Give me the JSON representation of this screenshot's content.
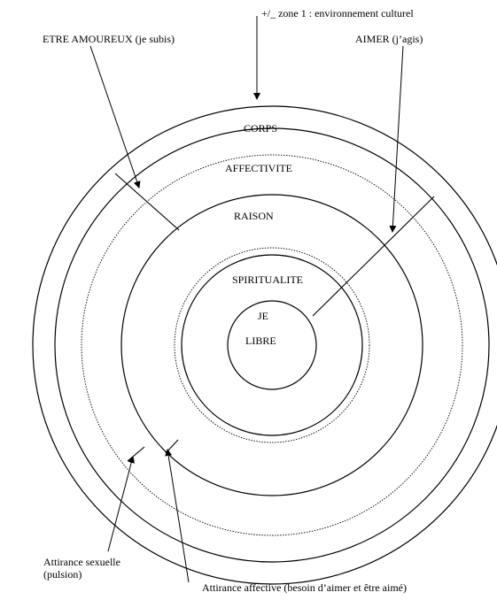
{
  "labels": {
    "culture_zone": "+/_ zone 1 : environnement culturel",
    "etre_amoureux": "ETRE AMOUREUX (je subis)",
    "aimer": "AIMER (j’agis)",
    "corps": "CORPS",
    "affectivite": "AFFECTIVITE",
    "raison": "RAISON",
    "spiritualite": "SPIRITUALITE",
    "je": "JE",
    "libre": "LIBRE",
    "attirance_sexuelle_line1": "Attirance sexuelle",
    "attirance_sexuelle_line2": "(pulsion)",
    "attirance_affective": "Attirance affective (besoin d’aimer et être aimé)"
  }
}
